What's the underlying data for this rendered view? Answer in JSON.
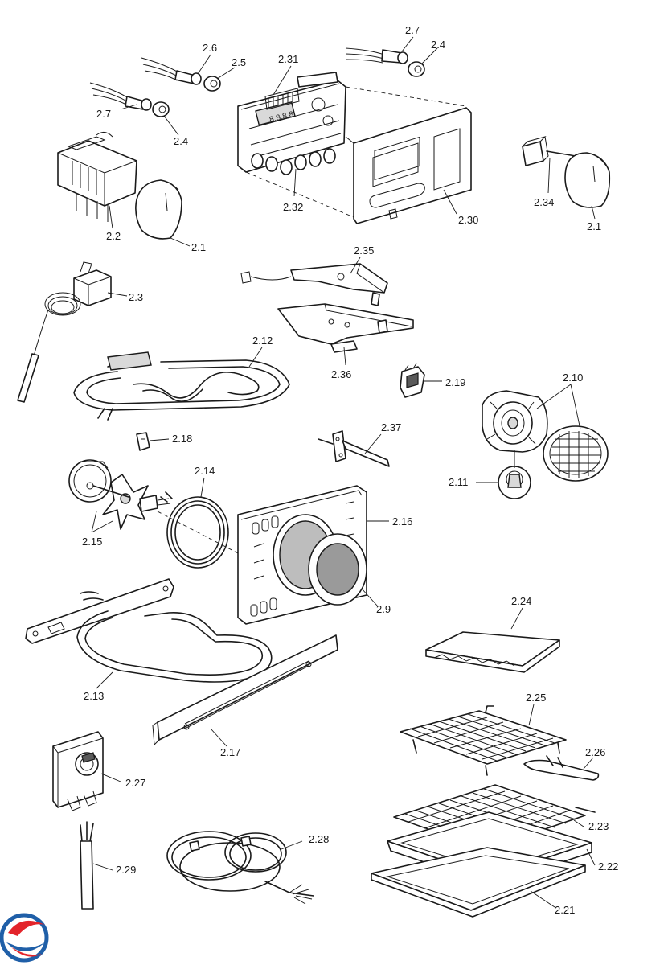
{
  "brand": {
    "logo_colors": [
      "#e3242b",
      "#1f5fa8"
    ]
  },
  "labels": {
    "p2_1a": "2.1",
    "p2_1b": "2.1",
    "p2_2": "2.2",
    "p2_3": "2.3",
    "p2_4a": "2.4",
    "p2_4b": "2.4",
    "p2_5": "2.5",
    "p2_6": "2.6",
    "p2_7a": "2.7",
    "p2_7b": "2.7",
    "p2_9": "2.9",
    "p2_10": "2.10",
    "p2_11": "2.11",
    "p2_12": "2.12",
    "p2_13": "2.13",
    "p2_14": "2.14",
    "p2_15": "2.15",
    "p2_16": "2.16",
    "p2_17": "2.17",
    "p2_18": "2.18",
    "p2_19": "2.19",
    "p2_21": "2.21",
    "p2_22": "2.22",
    "p2_23": "2.23",
    "p2_24": "2.24",
    "p2_25": "2.25",
    "p2_26": "2.26",
    "p2_27": "2.27",
    "p2_28": "2.28",
    "p2_29": "2.29",
    "p2_30": "2.30",
    "p2_31": "2.31",
    "p2_32": "2.32",
    "p2_34": "2.34",
    "p2_35": "2.35",
    "p2_36": "2.36",
    "p2_37": "2.37"
  }
}
